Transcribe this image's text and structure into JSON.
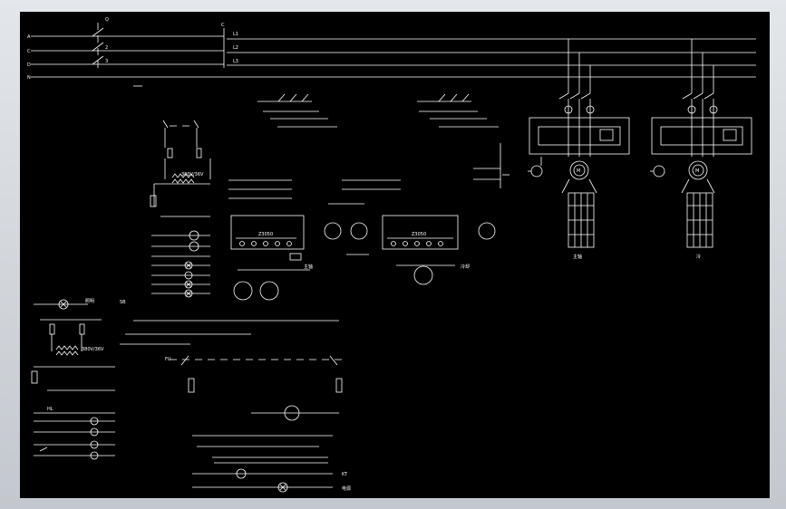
{
  "bus_labels": {
    "left": [
      "A",
      "C",
      "D",
      "N"
    ],
    "sw_top": "Q",
    "sw_mid": "2",
    "sw_bot": "3",
    "right_mark": "C",
    "right": [
      "L1",
      "L2",
      "L3"
    ]
  },
  "motor_labels": {
    "m1": "M",
    "m2": "M",
    "name1": "主轴",
    "name2": "冷"
  },
  "panel_labels": {
    "board1": "Z3050",
    "board2": "Z3050",
    "trans1": "380V/36V",
    "trans2": "380V/36V"
  },
  "small_labels": {
    "lamp1": "照明",
    "lamp2": "电源",
    "spindle": "主轴",
    "cool": "冷却",
    "text_a": "KT",
    "text_b": "SB",
    "text_c": "FU",
    "text_d": "HL"
  },
  "colors": {
    "canvas": "#000000",
    "lines": "#ffffff"
  }
}
